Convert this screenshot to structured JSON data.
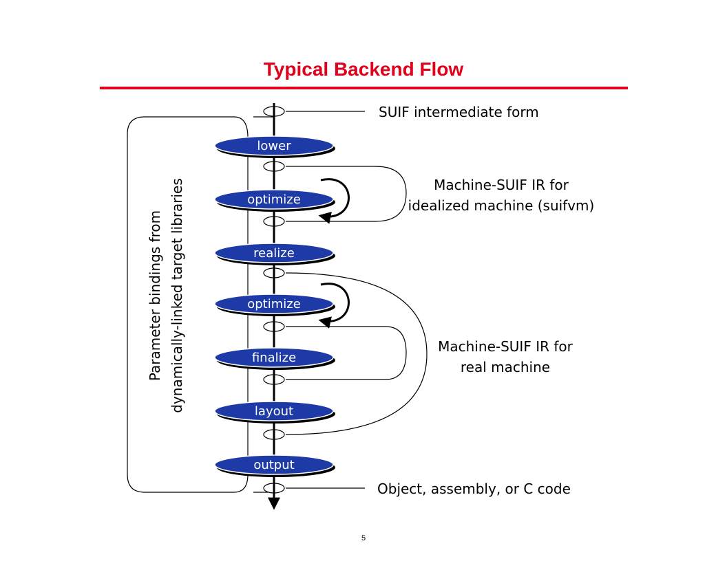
{
  "title": "Typical Backend Flow",
  "passes": [
    "lower",
    "optimize",
    "realize",
    "optimize",
    "finalize",
    "layout",
    "output"
  ],
  "labels": {
    "input": "SUIF intermediate form",
    "idealized_line1": "Machine-SUIF IR for",
    "idealized_line2": "idealized machine (suifvm)",
    "real_line1": "Machine-SUIF IR for",
    "real_line2": "real machine",
    "output": "Object, assembly, or C code"
  },
  "side_label": {
    "line1": "Parameter bindings from",
    "line2": "dynamically-linked target libraries"
  },
  "page_number": "5",
  "colors": {
    "title": "#e0001b",
    "rule": "#e0001b",
    "pass_fill": "#1d3aa6",
    "pass_shadow": "#000000"
  }
}
